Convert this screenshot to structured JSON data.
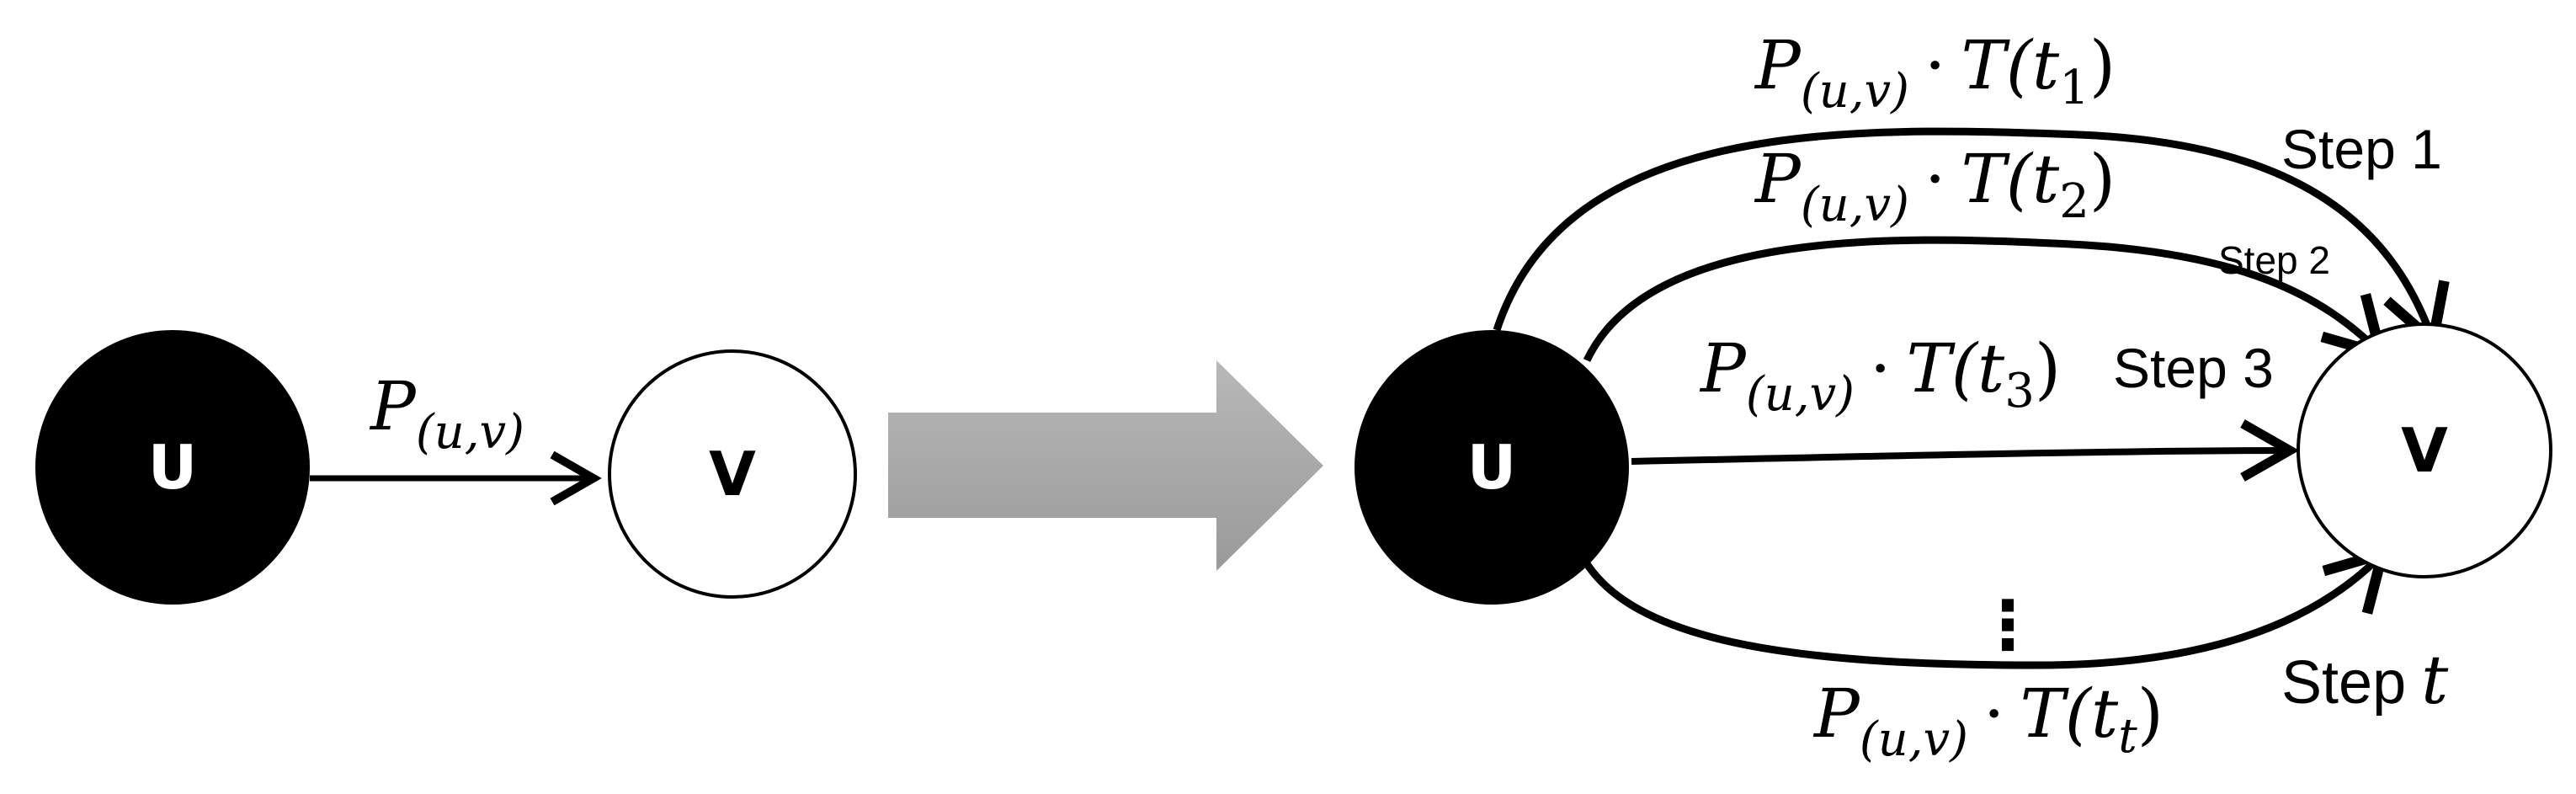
{
  "left": {
    "source_node": "U",
    "target_node": "V",
    "edge_label": {
      "symbol": "P",
      "subscript": "(u,v)"
    }
  },
  "right": {
    "source_node": "U",
    "target_node": "V",
    "edges": [
      {
        "step_label": "Step 1",
        "P": "P",
        "P_sub": "(u,v)",
        "dot": "·",
        "T": "T(t",
        "T_sub": "1",
        "close": ")"
      },
      {
        "step_label": "Step 2",
        "P": "P",
        "P_sub": "(u,v)",
        "dot": "·",
        "T": "T(t",
        "T_sub": "2",
        "close": ")"
      },
      {
        "step_label": "Step 3",
        "P": "P",
        "P_sub": "(u,v)",
        "dot": "·",
        "T": "T(t",
        "T_sub": "3",
        "close": ")"
      },
      {
        "step_label": "Step",
        "step_var": "t",
        "P": "P",
        "P_sub": "(u,v)",
        "dot": "·",
        "T": "T(t",
        "T_sub": "t",
        "close": ")"
      }
    ],
    "ellipsis": "⋮"
  },
  "colors": {
    "node_fill_dark": "#000000",
    "node_fill_light": "#ffffff",
    "arrow_gray": "#a6a6a6"
  }
}
